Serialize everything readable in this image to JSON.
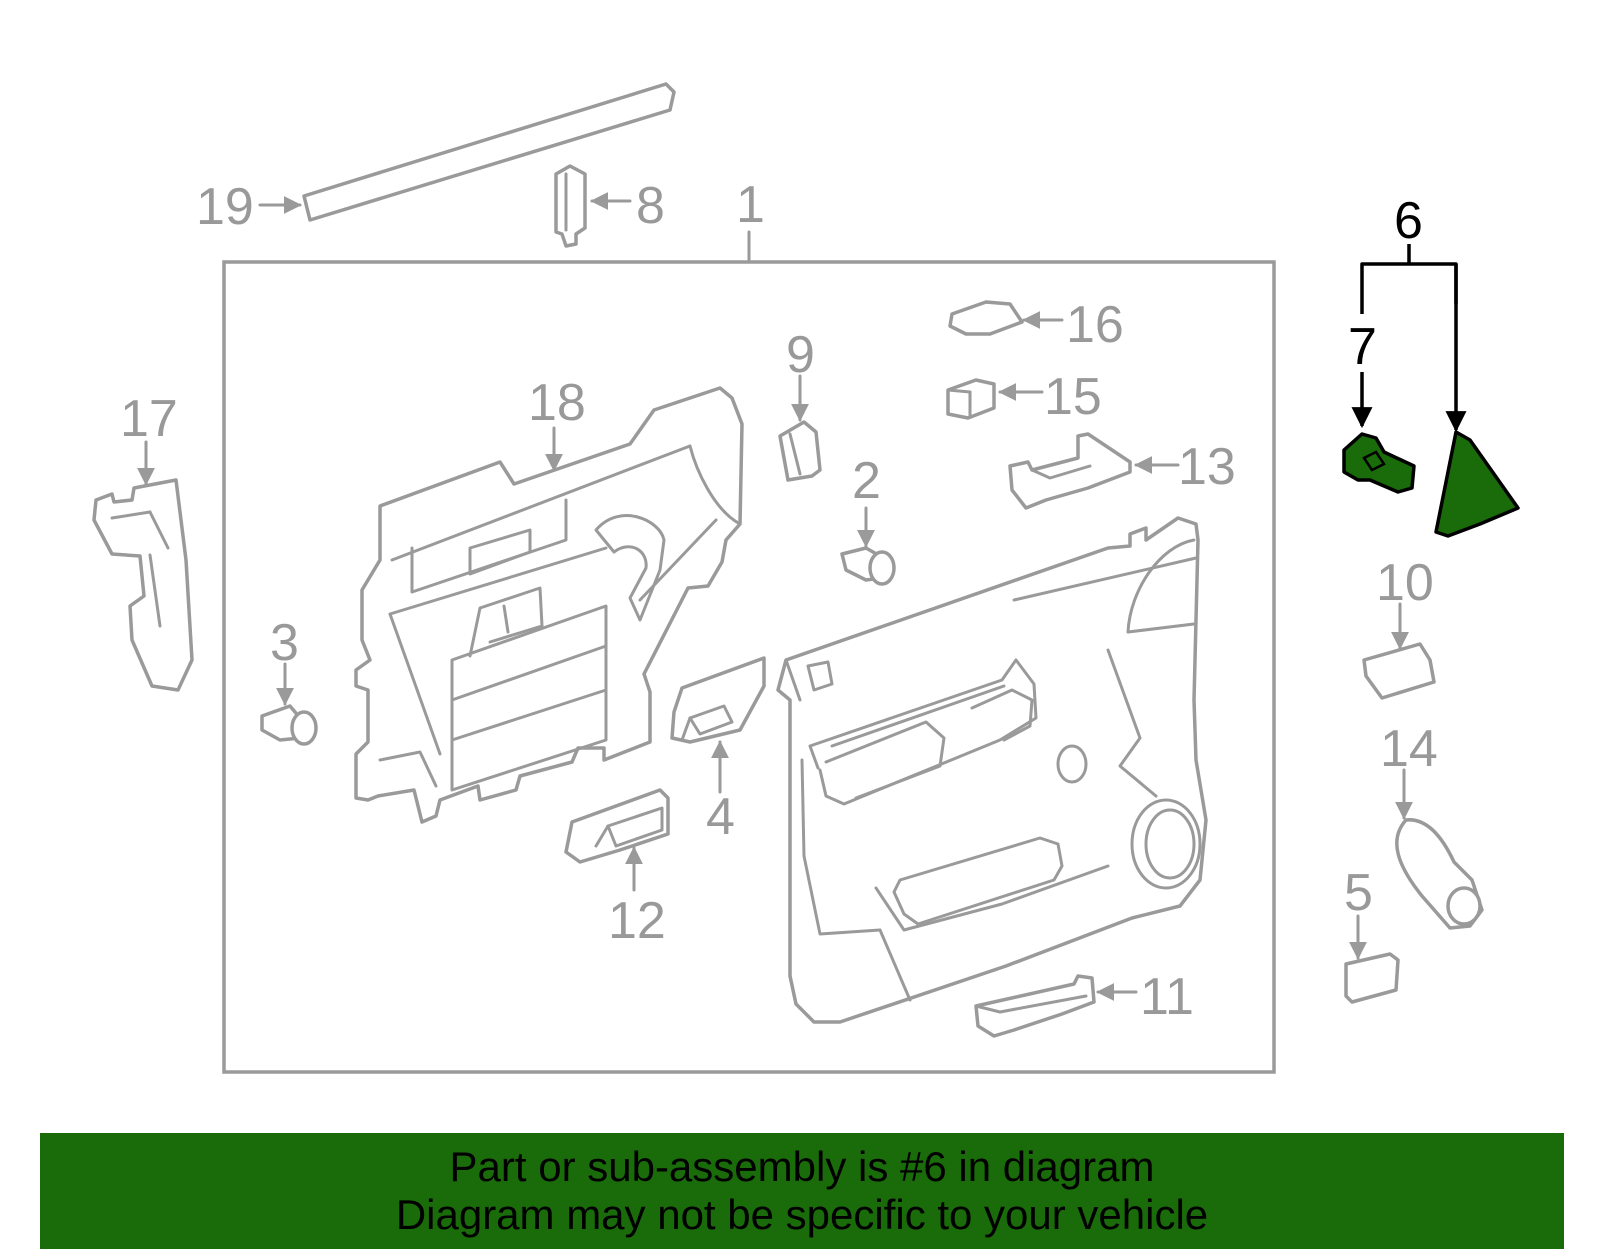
{
  "colors": {
    "line": "#9a9a9a",
    "highlight_fill": "#1a6b0a",
    "banner": "#1a6b0a",
    "highlight_stroke": "#000000"
  },
  "callouts": {
    "c1": "1",
    "c2": "2",
    "c3": "3",
    "c4": "4",
    "c5": "5",
    "c6": "6",
    "c7": "7",
    "c8": "8",
    "c9": "9",
    "c10": "10",
    "c11": "11",
    "c12": "12",
    "c13": "13",
    "c14": "14",
    "c15": "15",
    "c16": "16",
    "c17": "17",
    "c18": "18",
    "c19": "19"
  },
  "highlighted_part": "6",
  "banner": {
    "line1": "Part or sub-assembly is #6 in diagram",
    "line2": "Diagram may not be specific to your vehicle"
  }
}
